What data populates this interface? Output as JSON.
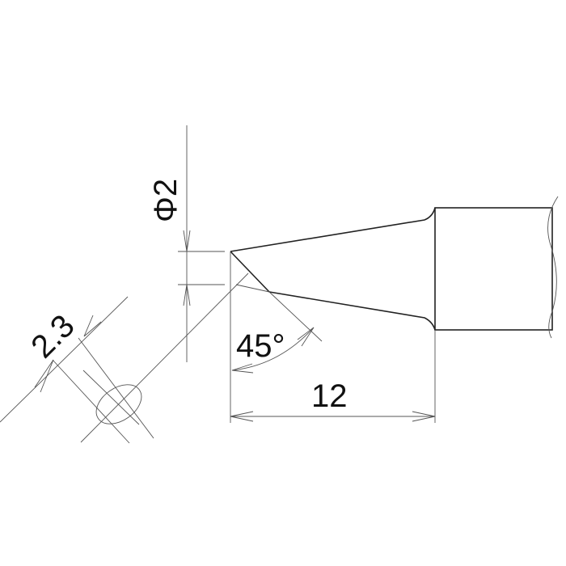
{
  "dimensions": {
    "diameter": "Φ2",
    "angle": "45°",
    "length": "12",
    "face_width": "2.3"
  },
  "colors": {
    "line": "#222222",
    "background": "#ffffff"
  }
}
